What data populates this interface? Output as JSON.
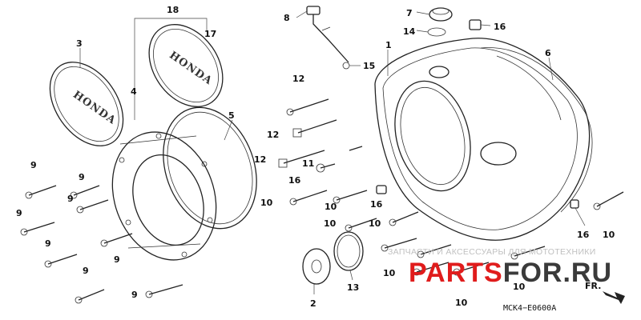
{
  "callouts": {
    "n18": "18",
    "n17": "17",
    "n3": "3",
    "n4": "4",
    "n5": "5",
    "n8": "8",
    "n7": "7",
    "n14": "14",
    "n16a": "16",
    "n15": "15",
    "n1": "1",
    "n6": "6",
    "n12a": "12",
    "n12b": "12",
    "n12c": "12",
    "n11": "11",
    "n16b": "16",
    "n10a": "10",
    "n9a": "9",
    "n9b": "9",
    "n9c": "9",
    "n9d": "9",
    "n9e": "9",
    "n9f": "9",
    "n9g": "9",
    "n9h": "9",
    "n10b": "10",
    "n16c": "16",
    "n10c": "10",
    "n10d": "10",
    "n10e": "10",
    "n10f": "10",
    "n10g": "10",
    "n16d": "16",
    "n10h": "10",
    "n2": "2",
    "n13": "13"
  },
  "logo_text": "HONDA",
  "watermark": {
    "line": "ЗАПЧАСТИ И АКСЕССУАРЫ ДЛЯ МОТОТЕХНИКИ",
    "brand_red": "PARTS",
    "brand_dark": "FOR.RU"
  },
  "direction_label": "FR.",
  "figure_code": "MCK4−E0600A"
}
